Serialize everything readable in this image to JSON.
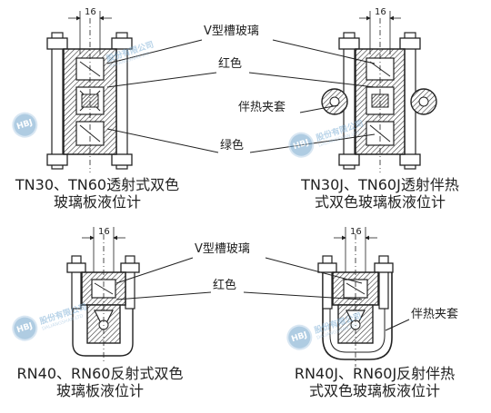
{
  "labels": {
    "v_groove_glass": "V型槽玻璃",
    "red": "红色",
    "heat_clamp": "伴热夹套",
    "green": "绿色",
    "dimension": "16"
  },
  "captions": {
    "tn_line1": "TN30、TN60透射式双色",
    "tn_line2": "玻璃板液位计",
    "tnj_line1": "TN30J、TN60J透射伴热",
    "tnj_line2": "式双色玻璃板液位计",
    "rn_line1": "RN40、RN60反射式双色",
    "rn_line2": "玻璃板液位计",
    "rnj_line1": "RN40J、RN60J反射伴热",
    "rnj_line2": "式双色玻璃板液位计"
  },
  "watermark": {
    "logo": "HBJ",
    "company": "股份有限公司",
    "sub": "DALIANGSHAN.LTD"
  }
}
